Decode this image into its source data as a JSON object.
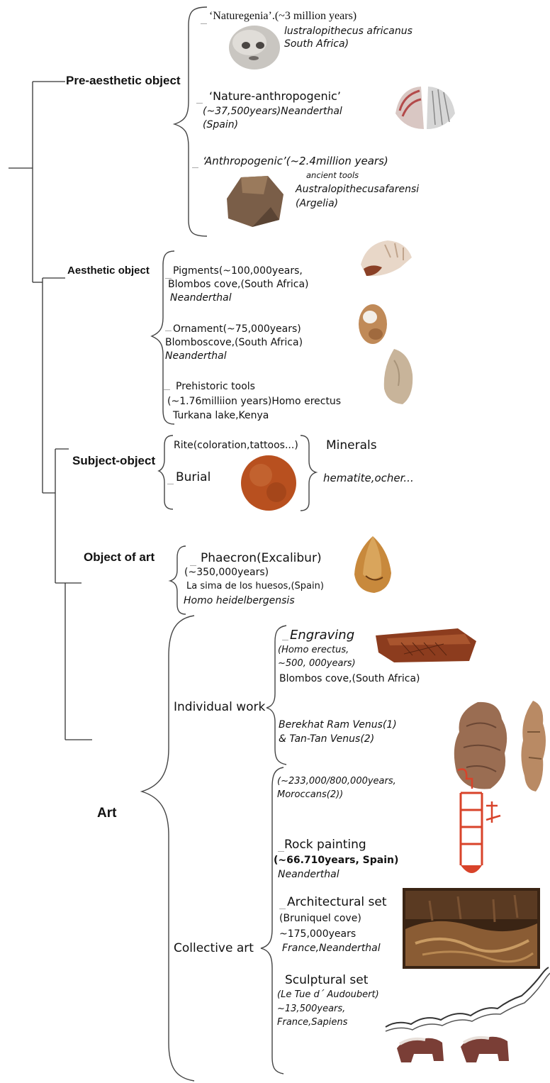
{
  "categories": {
    "pre_aesthetic": "Pre-aesthetic object",
    "aesthetic": "Aesthetic object",
    "subject_object": "Subject-object",
    "object_of_art": "Object of art",
    "art": "Art"
  },
  "pre_aesthetic_items": {
    "naturegenia_title": "‘Naturegenia’.(~3 million years)",
    "naturegenia_line1": "lustralopithecus africanus",
    "naturegenia_line2": "South Africa)",
    "nature_anthro_title": "‘Nature-anthropogenic’",
    "nature_anthro_line1": "(~37,500years)Neanderthal",
    "nature_anthro_line2": "(Spain)",
    "anthro_title": "‘Anthropogenic’(~2.4million  years)",
    "anthro_line1": "ancient tools",
    "anthro_line2": "Australopithecusafarensi",
    "anthro_line3": "(Argelia)"
  },
  "aesthetic_items": {
    "pigments_line1": "Pigments(~100,000years,",
    "pigments_line2": "Blombos cove,(South Africa)",
    "pigments_line3": "Neanderthal",
    "ornament_line1": "Ornament(~75,000years)",
    "ornament_line2": "Blomboscove,(South  Africa)",
    "ornament_line3": "Neanderthal",
    "tools_line1": "Prehistoric  tools",
    "tools_line2": "(~1.76milliion  years)Homo  erectus",
    "tools_line3": "Turkana  lake,Kenya"
  },
  "subject_object_items": {
    "rite": "Rite(coloration,tattoos...)",
    "burial": "Burial",
    "minerals": "Minerals",
    "minerals_examples": "hematite,ocher..."
  },
  "object_of_art_items": {
    "phaecron_line1": "Phaecron(Excalibur)",
    "phaecron_line2": "(~350,000years)",
    "phaecron_line3": "La  sima  de  los  huesos,(Spain)",
    "phaecron_line4": "Homo  heidelbergensis"
  },
  "art_items": {
    "individual_work": "Individual work",
    "collective_art": "Collective art",
    "engraving_title": "Engraving",
    "engraving_line1": "(Homo  erectus,",
    "engraving_line2": "~500,   000years)",
    "engraving_line3": "Blombos  cove,(South  Africa)",
    "venus_line1": "Berekhat  Ram  Venus(1)",
    "venus_line2": "&  Tan-Tan  Venus(2)",
    "venus_dates_line1": "(~233,000/800,000years,",
    "venus_dates_line2": "Moroccans(2))",
    "rock_title": "Rock  painting",
    "rock_line1": "(~66.710years,  Spain)",
    "rock_line2": "Neanderthal",
    "arch_title": "Architectural set",
    "arch_line1": "(Bruniquel cove)",
    "arch_line2": "~175,000years",
    "arch_line3": "France,Neanderthal",
    "sculpt_title": "Sculptural set",
    "sculpt_line1": "(Le Tue d´ Audoubert)",
    "sculpt_line2": "~13,500years,",
    "sculpt_line3": "France,Sapiens"
  },
  "colors": {
    "line": "#333333",
    "bracket": "#444444",
    "ochre": "#b8501f",
    "stone": "#8a6a4a",
    "red_paint": "#d8432a"
  }
}
